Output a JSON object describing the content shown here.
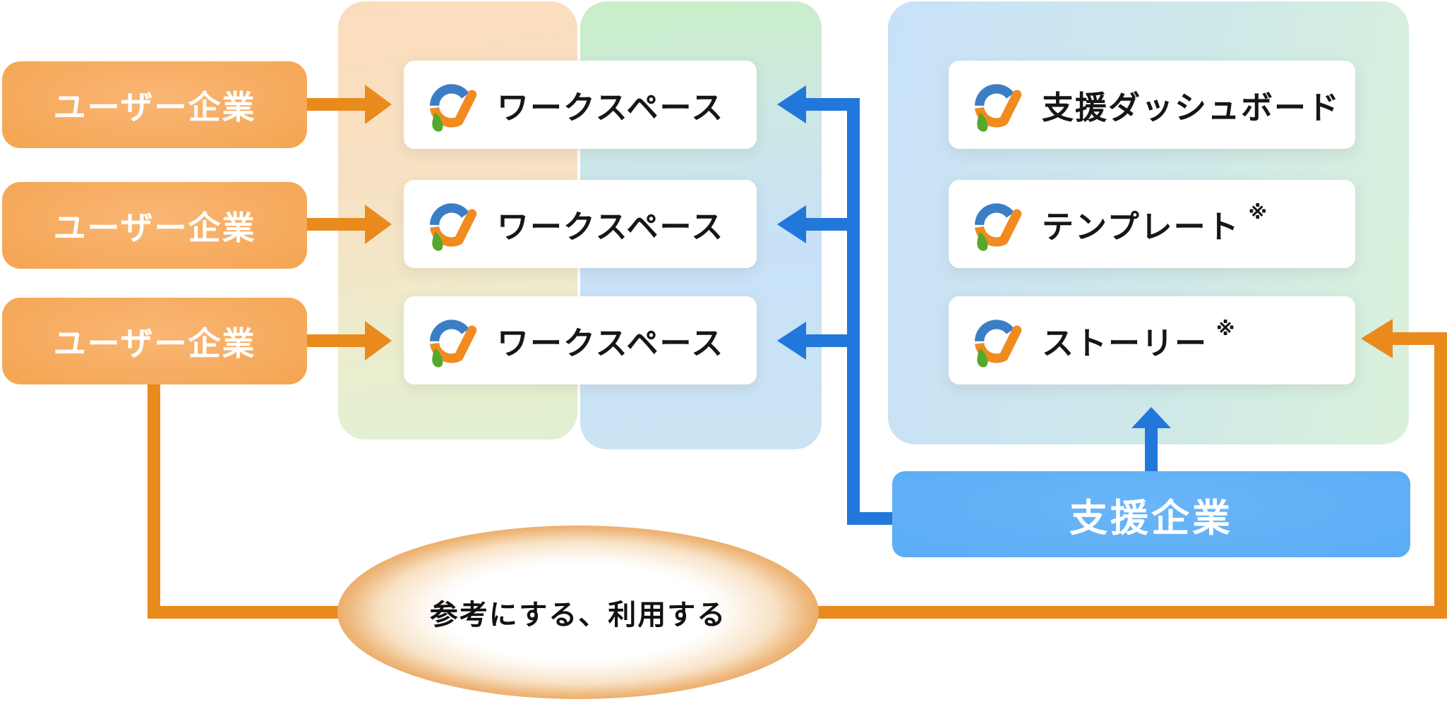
{
  "diagram": {
    "user_companies": [
      {
        "label": "ユーザー企業"
      },
      {
        "label": "ユーザー企業"
      },
      {
        "label": "ユーザー企業"
      }
    ],
    "workspace_cards": [
      {
        "label": "ワークスペース"
      },
      {
        "label": "ワークスペース"
      },
      {
        "label": "ワークスペース"
      }
    ],
    "support_cards": [
      {
        "label": "支援ダッシュボード",
        "note": ""
      },
      {
        "label": "テンプレート",
        "note": "※"
      },
      {
        "label": "ストーリー",
        "note": "※"
      }
    ],
    "support_company": {
      "label": "支援企業"
    },
    "loop": {
      "label": "参考にする、利用する"
    },
    "colors": {
      "orange_connector": "#e98a1d",
      "blue_connector": "#2277db",
      "user_box_orange": "#f4a34e",
      "support_box_blue": "#58acf6",
      "logo_blue": "#3b7ec6",
      "logo_orange": "#f18b1f",
      "logo_green": "#54a82c"
    }
  }
}
